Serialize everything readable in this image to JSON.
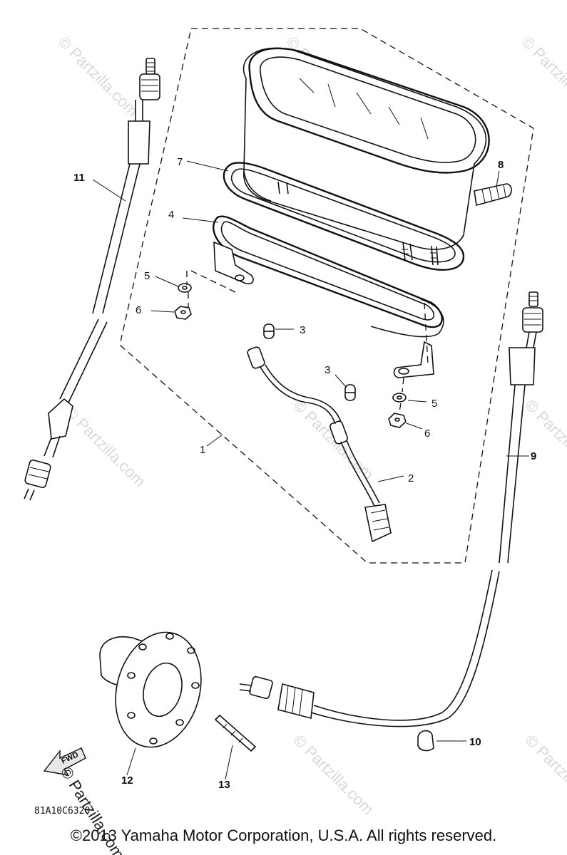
{
  "watermark_text": "© Partzilla.com",
  "copyright": "©2013 Yamaha Motor Corporation, U.S.A. All rights reserved.",
  "diagram_code": "81A10C6320",
  "fwd_label": "FWD",
  "callouts": {
    "c1": "1",
    "c2": "2",
    "c3a": "3",
    "c3b": "3",
    "c4": "4",
    "c5a": "5",
    "c5b": "5",
    "c6a": "6",
    "c6b": "6",
    "c7": "7",
    "c8": "8",
    "c9": "9",
    "c10": "10",
    "c11": "11",
    "c12": "12",
    "c13": "13"
  }
}
